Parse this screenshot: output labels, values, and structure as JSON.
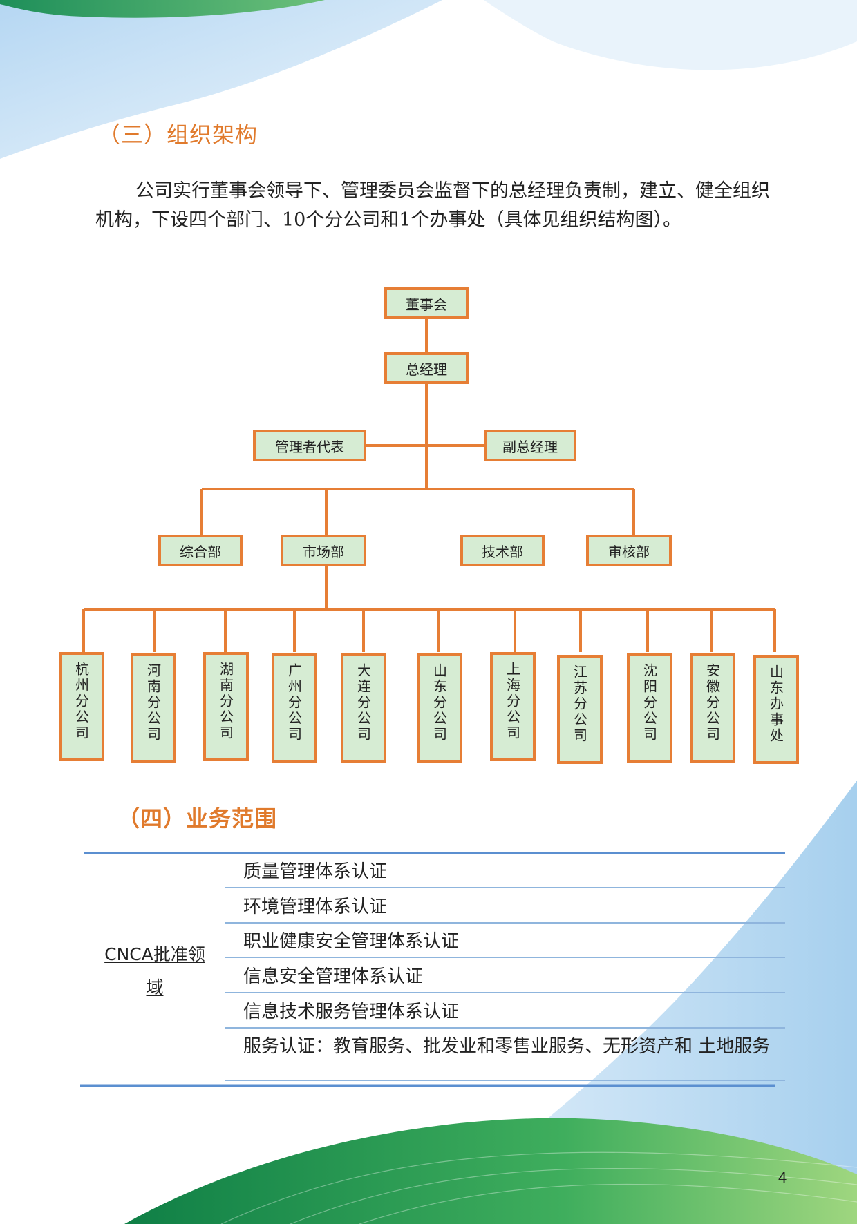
{
  "section3": {
    "heading": "（三）组织架构",
    "paragraph": "公司实行董事会领导下、管理委员会监督下的总经理负责制，建立、健全组织机构，下设四个部门、10个分公司和1个办事处（具体见组织结构图）。"
  },
  "org_chart": {
    "board": "董事会",
    "general_manager": "总经理",
    "management_rep": "管理者代表",
    "deputy_gm": "副总经理",
    "departments": [
      "综合部",
      "市场部",
      "技术部",
      "审核部"
    ],
    "branches": [
      "杭州分公司",
      "河南分公司",
      "湖南分公司",
      "广州分公司",
      "大连分公司",
      "山东分公司",
      "上海分公司",
      "江苏分公司",
      "沈阳分公司",
      "安徽分公司",
      "山东办事处"
    ]
  },
  "section4": {
    "heading": "（四）业务范围",
    "scope_label": "CNCA批准领域",
    "items": [
      "质量管理体系认证",
      "环境管理体系认证",
      "职业健康安全管理体系认证",
      "信息安全管理体系认证",
      "信息技术服务管理体系认证",
      "服务认证：教育服务、批发业和零售业服务、无形资产和 土地服务"
    ]
  },
  "page_number": "4",
  "colors": {
    "accent": "#e07a2c",
    "box_fill": "#d6ecd3",
    "box_border": "#e67e35",
    "rule": "#5b8fd0"
  }
}
